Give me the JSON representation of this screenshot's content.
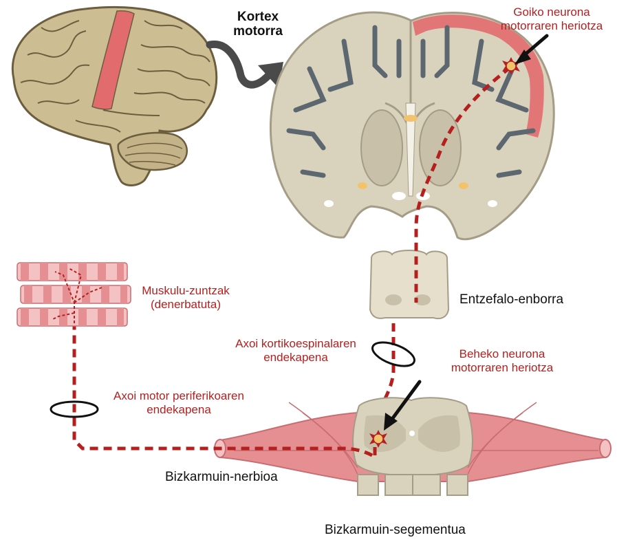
{
  "labels": {
    "motor_cortex": [
      "Kortex",
      "motorra"
    ],
    "upper_neuron_death": [
      "Goiko neurona",
      "motorraren heriotza"
    ],
    "brainstem": "Entzefalo-enborra",
    "muscle_fibers": [
      "Muskulu-zuntzak",
      "(denerbatuta)"
    ],
    "corticospinal_axon": [
      "Axoi kortikoespinalaren",
      "endekapena"
    ],
    "lower_neuron_death": [
      "Beheko neurona",
      "motorraren heriotza"
    ],
    "peripheral_axon": [
      "Axoi motor periferikoaren",
      "endekapena"
    ],
    "spinal_nerve": "Bizkarmuin-nerbioa",
    "spinal_segment": "Bizkarmuin-segementua"
  },
  "colors": {
    "tissue": "#d9d2bd",
    "tissue_outline": "#a49c86",
    "sulcus": "#5d6770",
    "lesion_red": "#e26b6e",
    "path_red": "#b5201f",
    "muscle_pink": "#e68f93",
    "muscle_light": "#f4c2c2",
    "brain_tan": "#cdbd93"
  },
  "icons": [
    "arrow-icon",
    "neuron-death-icon",
    "axon-ring-icon"
  ]
}
